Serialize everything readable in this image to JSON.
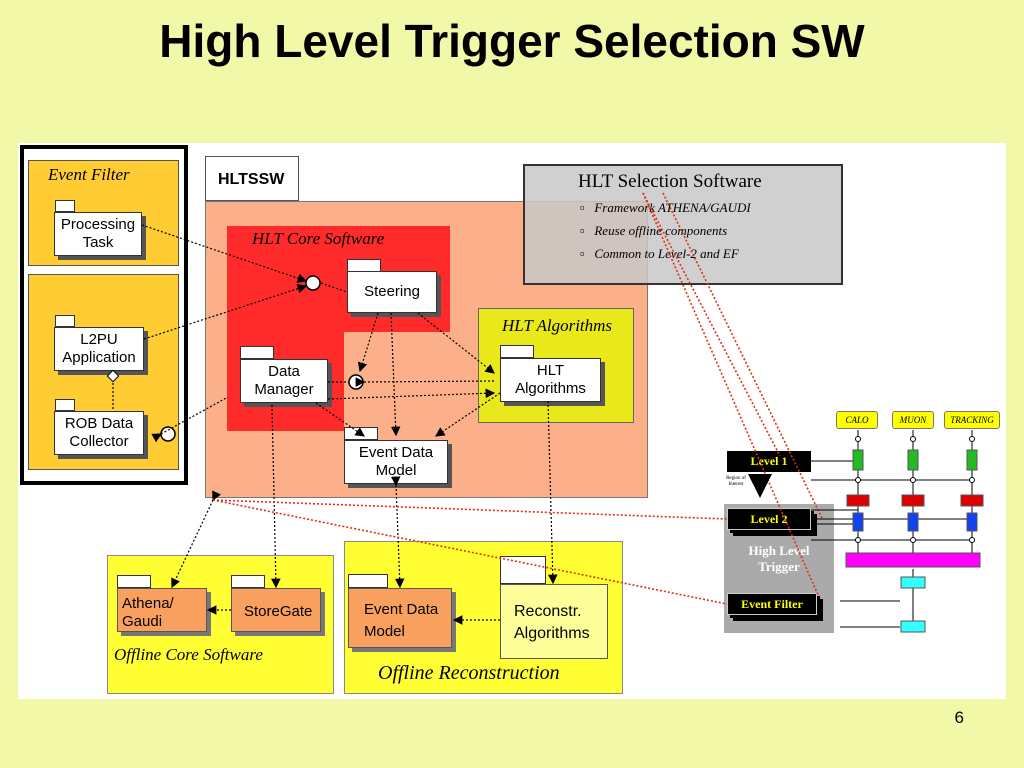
{
  "slide": {
    "title": "High Level Trigger Selection SW",
    "page_number": "6"
  },
  "event_filter": {
    "label": "Event Filter",
    "processing_task": "Processing Task",
    "l2pu_application": "L2PU Application",
    "rob_data_collector": "ROB Data Collector"
  },
  "hltssw": {
    "tab_label": "HLTSSW",
    "core_label": "HLT Core Software",
    "steering": "Steering",
    "data_manager": "Data Manager",
    "event_data_model": "Event Data Model",
    "algorithms_label": "HLT Algorithms",
    "hlt_algorithms": "HLT Algorithms"
  },
  "selection_software": {
    "title": "HLT Selection Software",
    "bullets": [
      "Framework ATHENA/GAUDI",
      "Reuse offline components",
      "Common to Level-2 and EF"
    ]
  },
  "offline_core": {
    "label": "Offline Core Software",
    "athena_gaudi": "Athena/ Gaudi",
    "storegate": "StoreGate"
  },
  "offline_reco": {
    "label": "Offline Reconstruction",
    "event_data_model": "Event Data Model",
    "reconstr_algorithms": "Reconstr. Algorithms"
  },
  "trigger_diagram": {
    "detectors": [
      "CALO",
      "MUON",
      "TRACKING"
    ],
    "level1": "Level 1",
    "level2": "Level 2",
    "event_filter": "Event Filter",
    "roi": "Region of Interest",
    "hlt_label": "High Level Trigger"
  },
  "colors": {
    "background": "#f1f8a7",
    "hltssw_body": "#fbb08a",
    "core_red": "#ff2a2a",
    "algo_yellow": "#e8e81a",
    "offline_yellow": "#ffff33",
    "magenta": "#ff00ff",
    "cyan": "#33ffff"
  }
}
